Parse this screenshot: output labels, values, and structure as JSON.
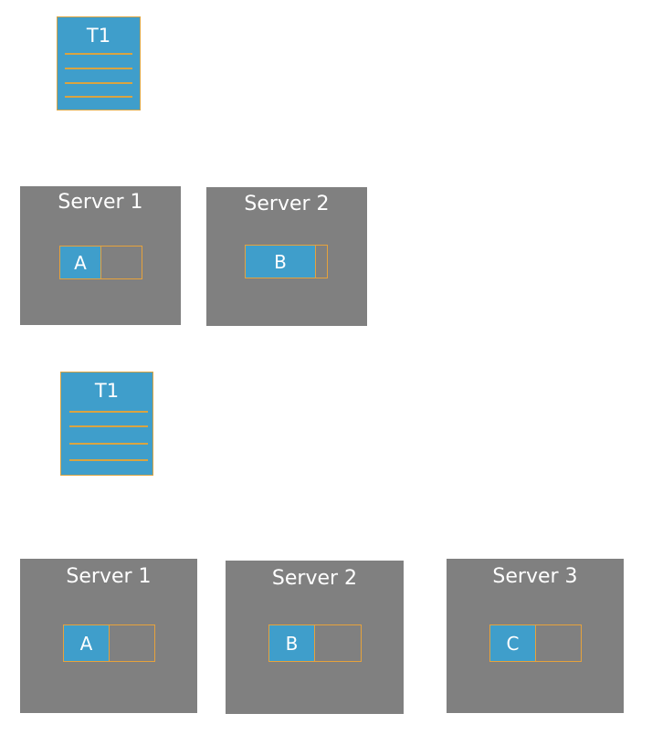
{
  "diagrams": [
    {
      "table": {
        "label": "T1"
      },
      "servers": [
        {
          "title": "Server 1",
          "partition": "A"
        },
        {
          "title": "Server 2",
          "partition": "B"
        }
      ]
    },
    {
      "table": {
        "label": "T1"
      },
      "servers": [
        {
          "title": "Server 1",
          "partition": "A"
        },
        {
          "title": "Server 2",
          "partition": "B"
        },
        {
          "title": "Server 3",
          "partition": "C"
        }
      ]
    }
  ],
  "colors": {
    "partition_fill": "#3f9ecb",
    "server_fill": "#808080",
    "outline": "#e6a23c"
  }
}
